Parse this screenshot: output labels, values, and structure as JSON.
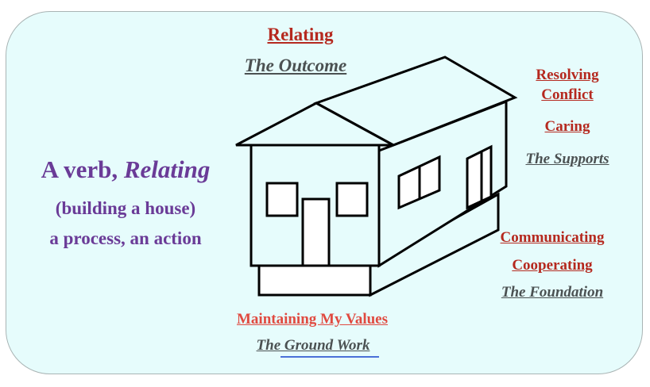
{
  "left": {
    "line1_prefix": "A verb, ",
    "line1_emph": "Relating",
    "line2": "(building a house)",
    "line3": "a process, an action"
  },
  "top": {
    "label": "Relating",
    "caption": "The Outcome"
  },
  "supports": {
    "label1": "Resolving",
    "label2": "Conflict",
    "label3": "Caring",
    "caption": "The Supports"
  },
  "foundation": {
    "label1": "Communicating",
    "label2": "Cooperating",
    "caption": "The Foundation"
  },
  "groundwork": {
    "label": "Maintaining My Values",
    "caption": "The Ground Work"
  },
  "colors": {
    "background": "#e6fcfc",
    "red": "#b5291f",
    "light_red": "#e04a40",
    "gray": "#4b5152",
    "purple": "#6a3b97"
  }
}
